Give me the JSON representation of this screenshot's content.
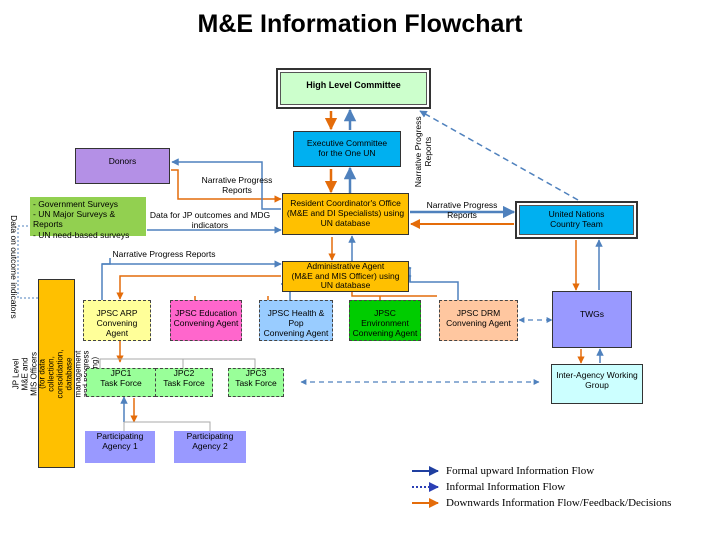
{
  "title": "M&E Information Flowchart",
  "nodes": {
    "high_level": "High Level Committee",
    "exec": "Executive Committee\nfor the One UN",
    "donors": "Donors",
    "rco": "Resident Coordinator's Office\n(M&E and DI Specialists) using\nUN database",
    "uncountry": "United Nations\nCountry Team",
    "admin": "Administrative Agent\n(M&E and MIS Officer) using\nUN  database",
    "twgs": "TWGs",
    "interagency": "Inter-Agency Working\nGroup",
    "jp_level": "JP Level M&E and MIS Officers\n(for data collection, consolidation, database\nmanagement  and progress reporting)",
    "jpsc_arp": "JPSC ARP\nConvening Agent",
    "jpsc_edu": "JPSC Education\nConvening Agent",
    "jpsc_health": "JPSC Health & Pop\nConvening Agent",
    "jpsc_env": "JPSC Environment\nConvening Agent",
    "jpsc_drm": "JPSC DRM\nConvening Agent",
    "jpc1": "JPC1\nTask Force",
    "jpc2": "JPC2\nTask Force",
    "jpc3": "JPC3\nTask Force",
    "agency1": "Participating\nAgency 1",
    "agency2": "Participating\nAgency 2",
    "surveys": "- Government Surveys\n- UN Major Surveys & Reports\n- UN need-based surveys"
  },
  "labels": {
    "narr_donors": "Narrative Progress\nReports",
    "data_jp": "Data for JP outcomes and MDG\nindicators",
    "narr_un": "Narrative Progress\nReports",
    "narr_admin": "Narrative  Progress Reports",
    "narr_vertical": "Narrative Progress\nReports",
    "data_outcome": "Data on outcome indicators"
  },
  "legend": {
    "upward": "Formal upward Information Flow",
    "informal": "Informal Information Flow",
    "downward": "Downwards Information Flow/Feedback/Decisions"
  },
  "colors": {
    "upward": "#4f81bd",
    "legend_upward": "#1f3fa0",
    "informal": "#2b3fb5",
    "downward": "#e46c0a",
    "high_level": "#ccffcc",
    "exec": "#00b0f0",
    "donors": "#b490e6",
    "rco": "#ffc000",
    "uncountry": "#00b0f0",
    "admin": "#ffc000",
    "twgs": "#9999ff",
    "interagency": "#ccffff",
    "jp_level": "#ffc000",
    "jpsc_arp": "#ffff99",
    "jpsc_edu": "#ff66cc",
    "jpsc_health": "#99ccff",
    "jpsc_env": "#00cc00",
    "jpsc_drm": "#ffc7a0",
    "jpc": "#99ff99",
    "agency": "#9999ff",
    "surveys": "#92d050"
  }
}
